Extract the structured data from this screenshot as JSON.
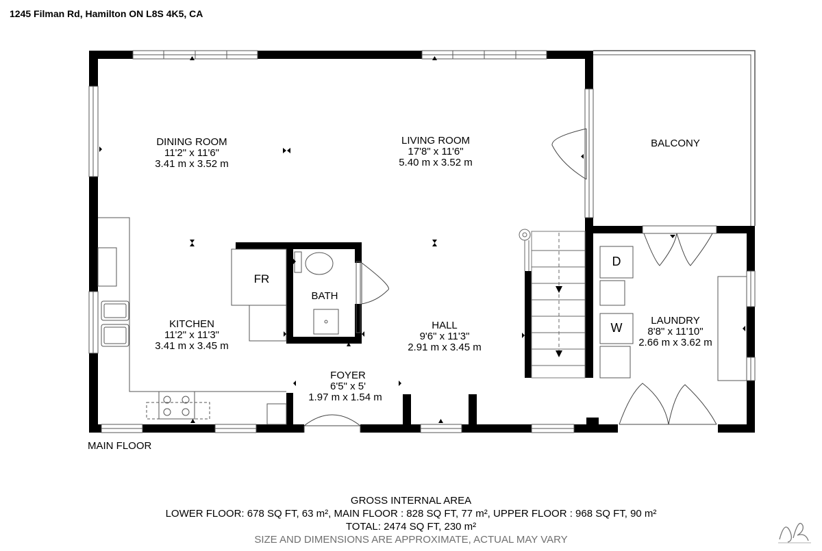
{
  "address": "1245 Filman Rd, Hamilton ON L8S 4K5, CA",
  "floor_name": "MAIN FLOOR",
  "rooms": {
    "dining": {
      "name": "DINING ROOM",
      "imperial": "11'2\" x 11'6\"",
      "metric": "3.41 m x 3.52 m"
    },
    "living": {
      "name": "LIVING ROOM",
      "imperial": "17'8\" x 11'6\"",
      "metric": "5.40 m x 3.52 m"
    },
    "balcony": {
      "name": "BALCONY"
    },
    "kitchen": {
      "name": "KITCHEN",
      "imperial": "11'2\" x 11'3\"",
      "metric": "3.41 m x 3.45 m"
    },
    "hall": {
      "name": "HALL",
      "imperial": "9'6\" x 11'3\"",
      "metric": "2.91 m x 3.45 m"
    },
    "laundry": {
      "name": "LAUNDRY",
      "imperial": "8'8\" x 11'10\"",
      "metric": "2.66 m x 3.62 m"
    },
    "foyer": {
      "name": "FOYER",
      "imperial": "6'5\" x 5'",
      "metric": "1.97 m x 1.54 m"
    },
    "fr": {
      "name": "FR"
    },
    "bath": {
      "name": "BATH"
    }
  },
  "appliances": {
    "dryer": "D",
    "washer": "W"
  },
  "area": {
    "heading": "GROSS INTERNAL AREA",
    "floors": "LOWER FLOOR: 678 SQ FT, 63 m², MAIN FLOOR : 828 SQ FT, 77 m², UPPER FLOOR : 968 SQ FT, 90 m²",
    "total": "TOTAL: 2474 SQ FT, 230 m²",
    "disclaimer": "SIZE AND DIMENSIONS ARE APPROXIMATE, ACTUAL MAY VARY"
  },
  "colors": {
    "wall": "#000000",
    "line": "#555555",
    "disclaimer": "#6f6f6f"
  }
}
